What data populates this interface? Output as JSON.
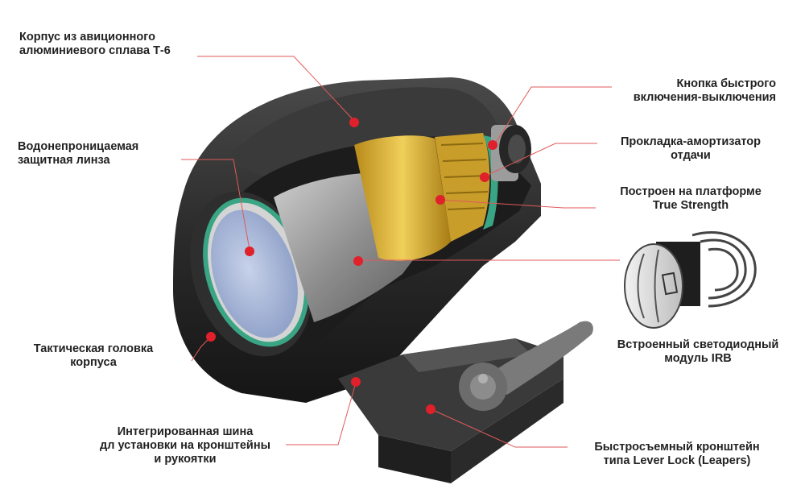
{
  "colors": {
    "accent_dot": "#e0202a",
    "leader_line": "#e05a5a",
    "body_dark": "#2b2b2b",
    "gold": "#d9b23a",
    "lens_blue": "#a9b8d6",
    "ring_green": "#3aa584"
  },
  "callouts": [
    {
      "id": "housing",
      "lines": [
        "Корпус из авиционного",
        "алюминиевого сплава Т-6"
      ]
    },
    {
      "id": "lens",
      "lines": [
        "Водонепроницаемая",
        "защитная линза"
      ]
    },
    {
      "id": "head",
      "lines": [
        "Тактическая головка",
        "корпуса"
      ]
    },
    {
      "id": "rail",
      "lines": [
        "Интегрированная шина",
        "дл установки на кронштейны",
        "и рукоятки"
      ]
    },
    {
      "id": "button",
      "lines": [
        "Кнопка быстрого",
        "включения-выключения"
      ]
    },
    {
      "id": "pad",
      "lines": [
        "Прокладка-амортизатор",
        "отдачи"
      ]
    },
    {
      "id": "platform",
      "lines": [
        "Построен на платформе",
        "True Strength"
      ]
    },
    {
      "id": "led",
      "lines": [
        "Встроенный светодиодный",
        "модуль IRB"
      ]
    },
    {
      "id": "mount",
      "lines": [
        "Быстросъемный кронштейн",
        "типа Lever Lock (Leapers)"
      ]
    }
  ]
}
